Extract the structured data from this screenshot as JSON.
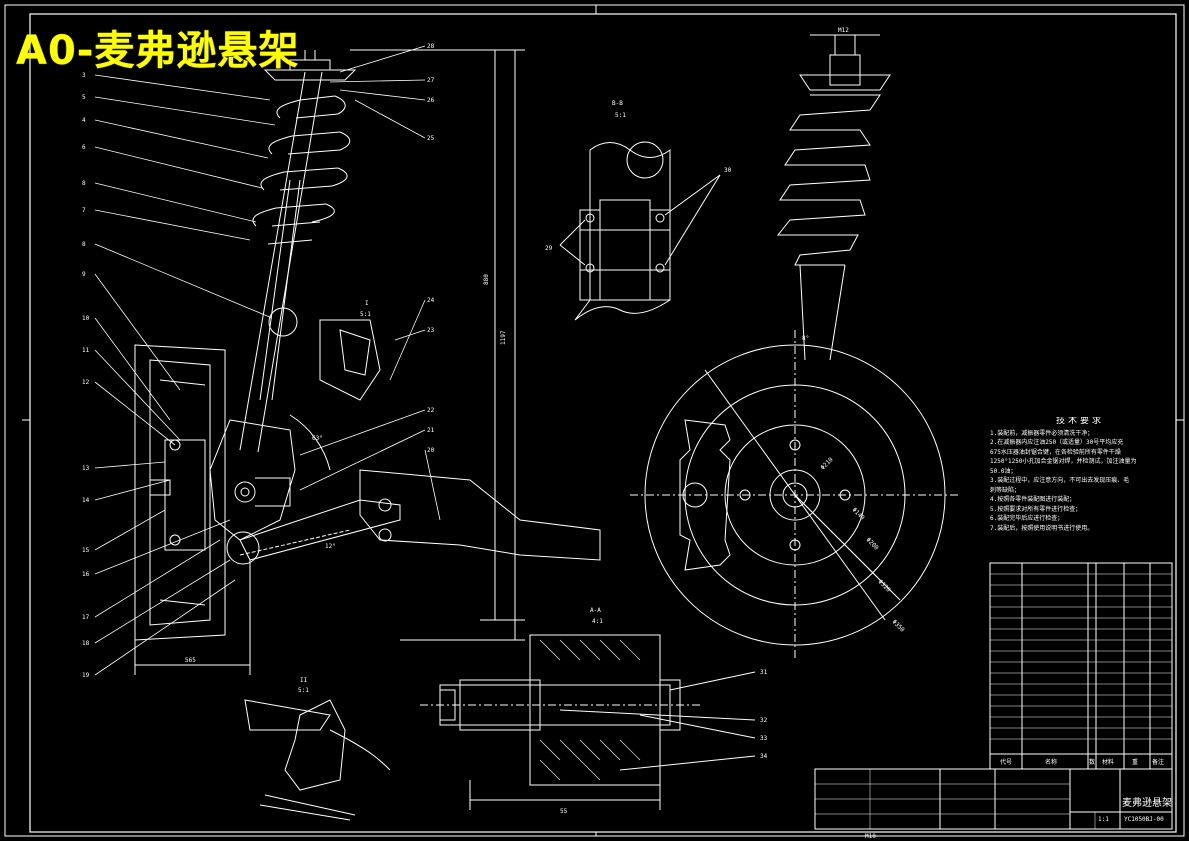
{
  "title": "A0-麦弗逊悬架",
  "tech_requirements": {
    "heading": "技术要求",
    "items": [
      "1.装配前，减振器零件必须清洗干净；",
      "2.在减振器内应注油250（或适量）30号平均应充",
      "675水压器油封锯合键，在各检验前所有零件干燥",
      "1250°1250小孔加合金锯对焊，并检测试，加注油量为",
      "50.0油；",
      "3.装配过程中，应注意方向，不可出去发现压痕、毛",
      "刺等缺陷；",
      "4.按照各零件装配图进行装配；",
      "5.按照要求对所有零件进行检查；",
      "6.装配完毕后应进行检查；",
      "7.装配后，按照使用说明书进行使用。"
    ]
  },
  "title_block": {
    "name": "麦弗逊悬架",
    "drawing_no": "YC1050BJ-00",
    "header": {
      "code": "代号",
      "name": "名称",
      "qty": "数",
      "material": "材料",
      "weight": "重",
      "note": "备注"
    },
    "scale": "1:1"
  },
  "views": {
    "section_bb": {
      "name": "B-B",
      "scale": "5:1"
    },
    "detail_1": {
      "name": "I",
      "scale": "5:1"
    },
    "section_aa": {
      "name": "A-A",
      "scale": "4:1"
    },
    "detail_2": {
      "name": "II",
      "scale": "5:1"
    }
  },
  "dimensions": {
    "height_total": "1197",
    "height_upper": "880",
    "track": "565",
    "rod_dia": "M12",
    "bolt_len": "55",
    "angle_1": "63°",
    "angle_2": "12°",
    "angle_3": "8°",
    "bottom_center": "M10",
    "disc_d1": "Φ210",
    "disc_d2": "Φ140",
    "disc_d3": "Φ200",
    "disc_d4": "Φ320",
    "disc_d5": "Φ350"
  },
  "part_numbers_left": [
    "3",
    "5",
    "4",
    "6",
    "8",
    "7",
    "8",
    "9",
    "10",
    "11",
    "12",
    "13",
    "14",
    "15",
    "16",
    "17",
    "18",
    "19"
  ],
  "part_numbers_right": [
    "28",
    "27",
    "26",
    "25",
    "24",
    "23",
    "22",
    "21",
    "20"
  ],
  "callouts_bb": [
    "30",
    "29"
  ],
  "callouts_aa": [
    "31",
    "32",
    "33",
    "34"
  ]
}
